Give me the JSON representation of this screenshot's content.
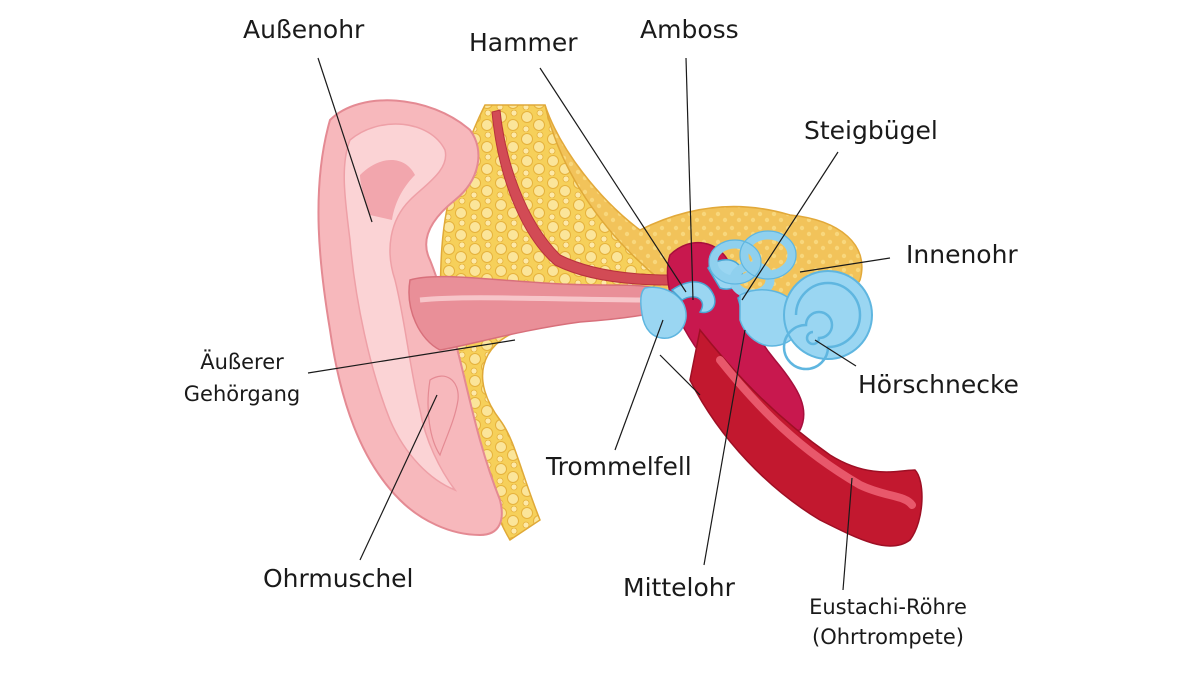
{
  "labels": {
    "aussenohr": "Außenohr",
    "hammer": "Hammer",
    "amboss": "Amboss",
    "steigbuegel": "Steigbügel",
    "innenohr": "Innenohr",
    "gehoergang_line1": "Äußerer",
    "gehoergang_line2": "Gehörgang",
    "hoerschnecke": "Hörschnecke",
    "trommelfell": "Trommelfell",
    "ohrmuschel": "Ohrmuschel",
    "mittelohr": "Mittelohr",
    "eustachi_line1": "Eustachi-Röhre",
    "eustachi_line2": "(Ohrtrompete)"
  },
  "colors": {
    "skin": "#f7b8bc",
    "skin_light": "#fbd3d5",
    "skin_dark": "#e98f98",
    "fat": "#f6d05a",
    "fat_dark": "#e9b640",
    "muscle": "#d24b55",
    "middle_ear": "#c8184e",
    "tube": "#c2182f",
    "inner_ear": "#9ad6f2",
    "inner_ear_dark": "#5fb6e0"
  }
}
